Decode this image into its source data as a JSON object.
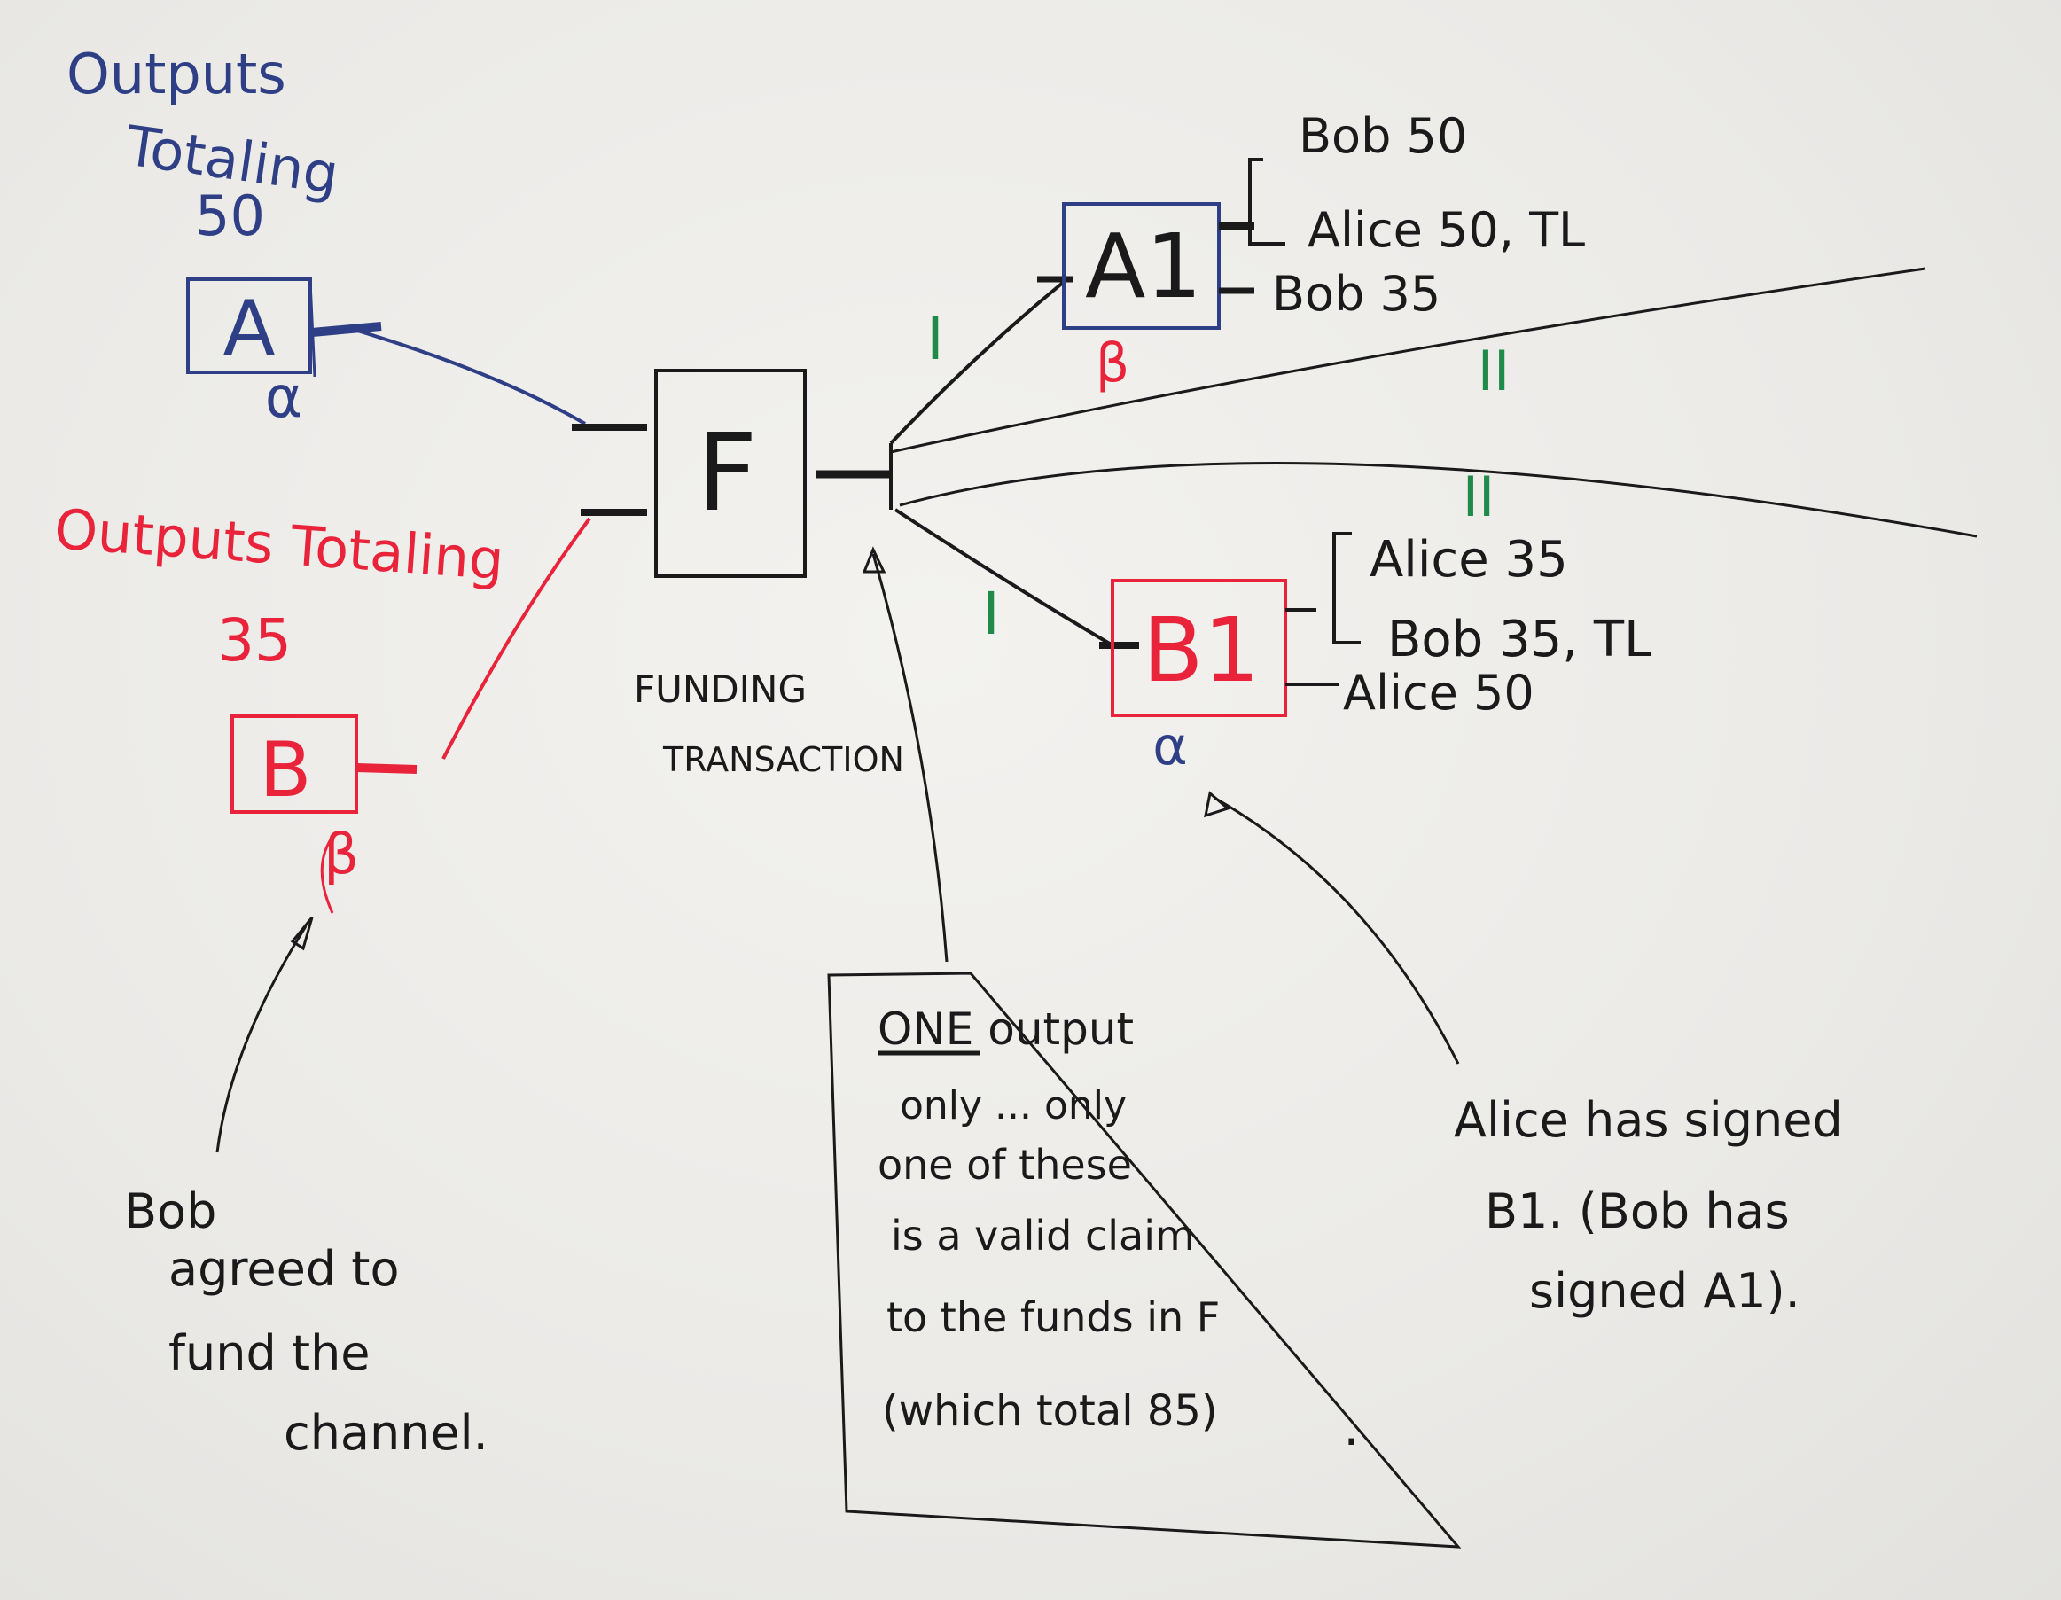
{
  "colors": {
    "blue": "#2f3f86",
    "red": "#e8233a",
    "green": "#1f8a4a",
    "black": "#1a1a1a"
  },
  "alice_inputs": {
    "heading_line1": "Outputs",
    "heading_line2": "Totaling",
    "heading_line3": "50",
    "box_label": "A",
    "sig": "α"
  },
  "bob_inputs": {
    "heading_line1": "Outputs Totaling",
    "heading_line2": "35",
    "box_label": "B",
    "sig": "β"
  },
  "funding": {
    "box_label": "F",
    "caption_line1": "FUNDING",
    "caption_line2": "TRANSACTION"
  },
  "commitment_a1": {
    "box_label": "A1",
    "sig": "β",
    "outputs": [
      "Bob 50",
      "Alice 50, TL",
      "Bob 35"
    ]
  },
  "commitment_b1": {
    "box_label": "B1",
    "sig": "α",
    "outputs": [
      "Alice 35",
      "Bob 35, TL",
      "Alice 50"
    ]
  },
  "roman_labels": {
    "a1_branch": "I",
    "b1_branch": "I",
    "upper_ray": "II",
    "lower_ray": "II"
  },
  "notes": {
    "bob_note": [
      "Bob",
      "agreed to",
      "fund the",
      "channel."
    ],
    "one_output_note": [
      "ONE output",
      "only ... only",
      "one of these",
      "is a valid claim",
      "to the funds in F",
      "(which total 85)"
    ],
    "one_output_trailing_dot": ".",
    "alice_signed_note": [
      "Alice has signed",
      "B1. (Bob has",
      "signed A1)."
    ]
  }
}
